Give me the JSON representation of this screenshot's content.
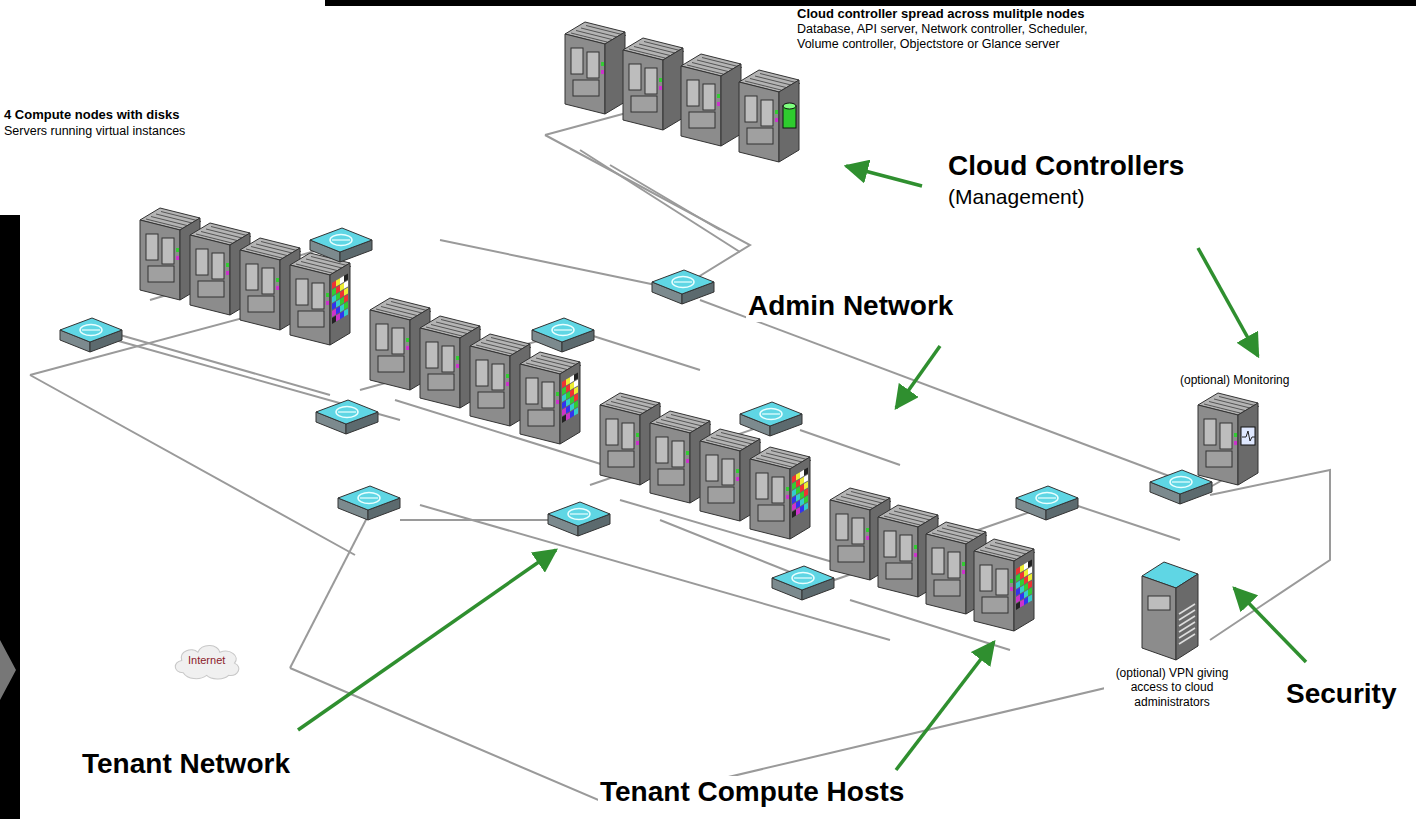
{
  "diagram": {
    "nodes": [
      {
        "text": [
          "Internet"
        ]
      }
    ],
    "labels": [
      "Cloud controller spread across mulitple nodes",
      "Database, API server, Network controller, Scheduler, Volume controller, Objectstore or Glance server",
      "4 Compute nodes with disks",
      "Servers running virtual instances",
      "Cloud Controllers",
      "(Management)",
      "Admin Network",
      "(optional) Monitoring",
      "Tenant Network",
      "(optional) VPN giving access to cloud administrators",
      "Security",
      "Tenant Compute Hosts"
    ]
  }
}
